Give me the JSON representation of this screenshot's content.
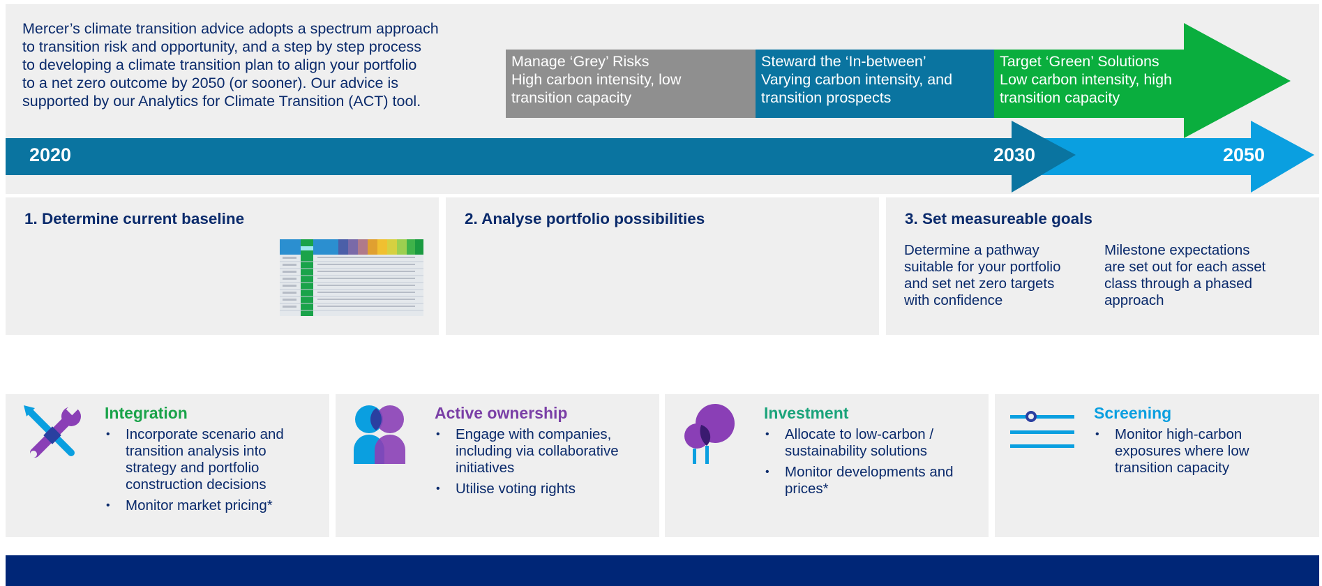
{
  "intro": {
    "lines": [
      "Mercer’s climate transition advice adopts a spectrum approach",
      "to transition risk and opportunity, and a step by step process",
      "to developing a climate transition plan to align your portfolio",
      "to a net zero outcome by 2050 (or sooner). Our advice is",
      "supported by our Analytics for Climate Transition (ACT) tool."
    ]
  },
  "spectrum": {
    "grey": {
      "lines": [
        "Manage ‘Grey’ Risks",
        "High carbon intensity, low",
        "transition capacity"
      ],
      "color": "#8f8f8f"
    },
    "steward": {
      "lines": [
        "Steward the ‘In-between’",
        "Varying carbon intensity, and",
        "transition prospects"
      ],
      "color": "#0a74a0"
    },
    "green": {
      "lines": [
        "Target ‘Green’ Solutions",
        "Low carbon intensity, high",
        "transition  capacity"
      ],
      "color": "#0aae3e"
    }
  },
  "timeline": {
    "years": [
      "2020",
      "2030",
      "2050"
    ],
    "colors": {
      "main": "#0a74a0",
      "light": "#0a9fe0"
    }
  },
  "steps": {
    "step1": {
      "title": "1. Determine current baseline"
    },
    "step2": {
      "title": "2. Analyse portfolio possibilities"
    },
    "step3": {
      "title": "3. Set measureable goals",
      "col1": [
        "Determine a pathway",
        "suitable for your portfolio",
        "and set net zero targets",
        "with confidence"
      ],
      "col2": [
        "Milestone expectations",
        "are set out for each asset",
        "class through a phased",
        "approach"
      ]
    }
  },
  "cards": {
    "integration": {
      "title": "Integration",
      "color": "#1aa34a",
      "icon": "wrench-screwdriver-icon",
      "bullets": [
        "Incorporate scenario and transition analysis into strategy and portfolio construction decisions",
        "Monitor market pricing*"
      ]
    },
    "active": {
      "title": "Active ownership",
      "color": "#7a3fa6",
      "icon": "people-icon",
      "bullets": [
        "Engage with companies, including via collaborative initiatives",
        "Utilise voting rights"
      ]
    },
    "investment": {
      "title": "Investment",
      "color": "#1aa37a",
      "icon": "growth-circles-icon",
      "bullets": [
        "Allocate to low-carbon / sustainability solutions",
        "Monitor developments and prices*"
      ]
    },
    "screening": {
      "title": "Screening",
      "color": "#0a9fe0",
      "icon": "filter-lines-icon",
      "bullets": [
        "Monitor high-carbon exposures where low transition capacity"
      ]
    }
  },
  "footer": {
    "color": "#002677"
  }
}
